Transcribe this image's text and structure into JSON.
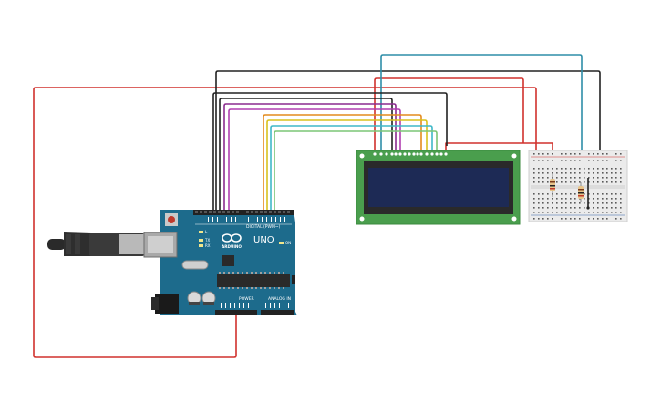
{
  "arduino": {
    "logo": "ARDUINO",
    "model": "UNO",
    "digital_header_label": "DIGITAL (PWM~)",
    "power_label": "POWER",
    "analog_label": "ANALOG IN",
    "led_tx": "TX",
    "led_rx": "RX",
    "led_l": "L",
    "led_on": "ON"
  },
  "colors": {
    "red_wire": "#d0312d",
    "black_wire": "#222222",
    "purple_wire": "#8b2c8f",
    "magenta_wire": "#b13fb0",
    "orange_wire": "#e48b1d",
    "yellow_wire": "#d9c21e",
    "cyan_wire": "#3fb8c8",
    "green_wire": "#7cc576",
    "blue_wire": "#2e8ea8",
    "board_blue": "#1d6b8c",
    "lcd_green": "#4a9e4d",
    "lcd_screen": "#1d2a55",
    "breadboard": "#ebebeb"
  },
  "icons": [
    "usb-plug-icon",
    "arduino-infinity-logo-icon",
    "reset-button-icon"
  ]
}
